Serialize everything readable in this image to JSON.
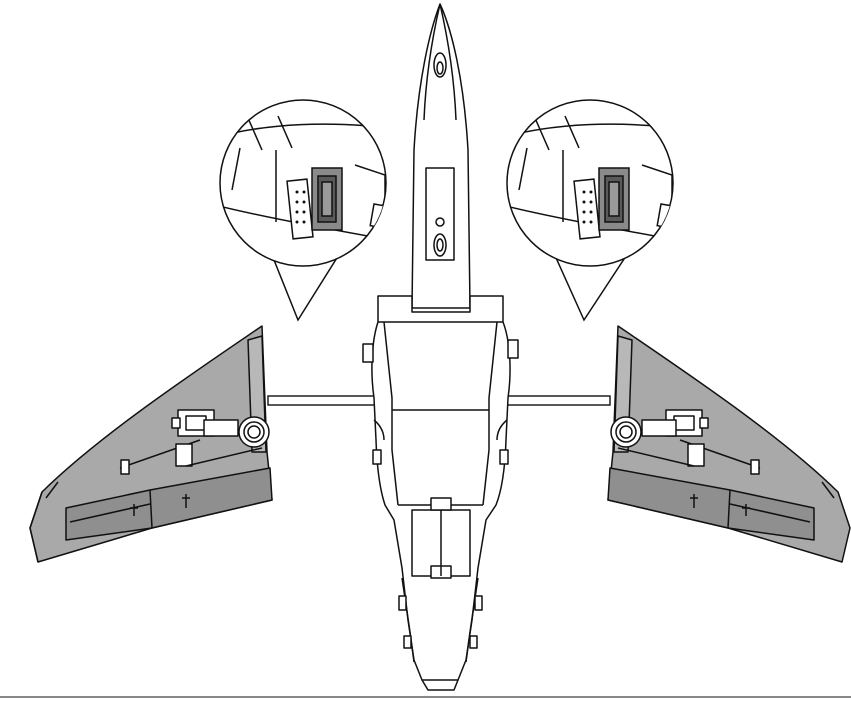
{
  "diagram": {
    "kind": "assembly-illustration",
    "colors": {
      "background": "#ffffff",
      "line": "#111111",
      "wing_fill": "#a9a9a9",
      "wing_fill_dark": "#8f8f8f",
      "detail_fill": "#ffffff"
    },
    "parts": [
      "fuselage",
      "left-wing",
      "right-wing",
      "wing-spar",
      "left-connector-callout",
      "right-connector-callout"
    ]
  }
}
